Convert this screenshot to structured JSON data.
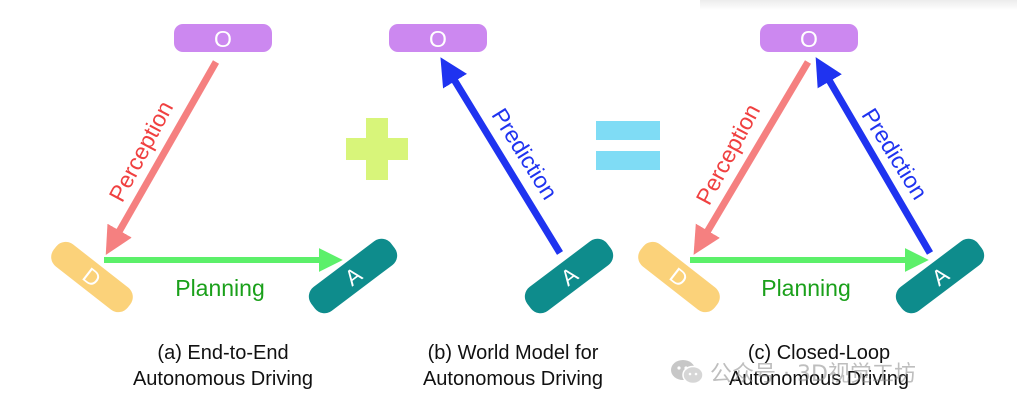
{
  "nodes": {
    "observation": "O",
    "driving": "D",
    "action": "A"
  },
  "edges": {
    "perception": "Perception",
    "prediction": "Prediction",
    "planning": "Planning"
  },
  "captions": {
    "a": [
      "(a) End-to-End",
      "Autonomous Driving"
    ],
    "b": [
      "(b) World Model for",
      "Autonomous Driving"
    ],
    "c": [
      "(c) Closed-Loop",
      "Autonomous Driving"
    ]
  },
  "operators": {
    "plus": "plus",
    "equals": "equals"
  },
  "watermark": {
    "text": "公众号 · 3D视觉工坊",
    "icon": "wechat-icon"
  },
  "colors": {
    "observation": "#cc88f0",
    "driving": "#fbd27a",
    "action": "#0e8c8c",
    "perception": "#f58080",
    "perception_text": "#f04040",
    "prediction": "#1f33f0",
    "planning": "#5cf06a",
    "planning_text": "#1aa01a",
    "plus": "#d8f57a",
    "equals": "#7fdcf5"
  }
}
